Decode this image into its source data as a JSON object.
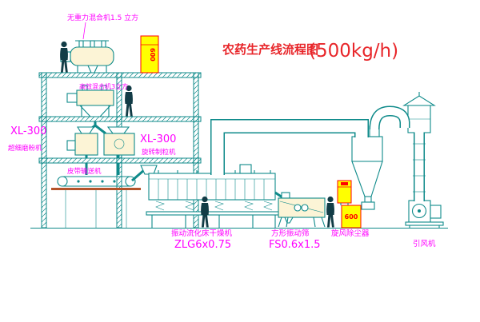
{
  "title": {
    "main": "农药生产线流程图",
    "capacity": "(500kg/h)"
  },
  "labels": {
    "gravity_mixer": "无重力混合机1.5 立方",
    "high_eff_mixer": "高效混合机3立方",
    "mill_model": "XL-300",
    "mill_name": "超细磨粉机",
    "granulator_model": "XL-300",
    "granulator_name": "旋转制粒机",
    "belt_conveyor": "皮带输送机",
    "dryer_name": "振动流化床干燥机",
    "dryer_model": "ZLG6x0.75",
    "screen_name": "方形振动筛",
    "screen_model": "FS0.6x1.5",
    "cyclone_name": "旋风除尘器",
    "fan_name": "引风机"
  },
  "panels": {
    "panel1_text": "600",
    "panel3_text": "600"
  },
  "colors": {
    "line": "#0e8a8a",
    "label": "#ff00ff",
    "title": "#e8262a",
    "panel_fill": "#ffff00",
    "panel_stroke": "#ff0000",
    "panel_text": "#ff0000",
    "base_line": "#b4532a",
    "figure": "#123c46",
    "machine_fill": "#fcf4d6"
  }
}
